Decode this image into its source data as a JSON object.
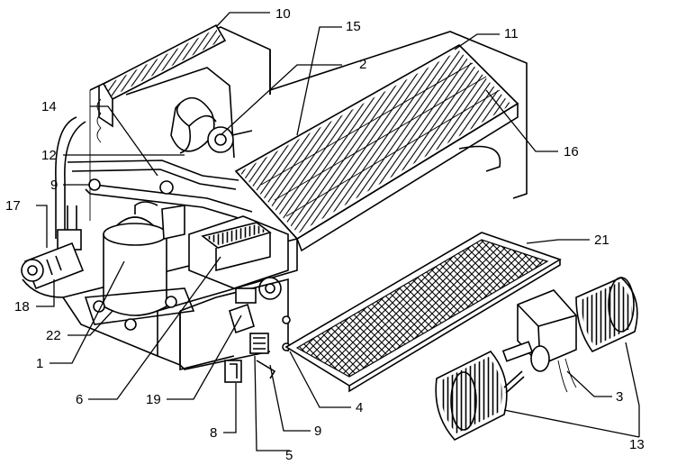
{
  "diagram": {
    "parts": {
      "p1": "1",
      "p2": "2",
      "p3": "3",
      "p4": "4",
      "p5": "5",
      "p6": "6",
      "p8": "8",
      "p9a": "9",
      "p9b": "9",
      "p10": "10",
      "p11": "11",
      "p12": "12",
      "p13": "13",
      "p14": "14",
      "p15": "15",
      "p16": "16",
      "p17": "17",
      "p18": "18",
      "p19": "19",
      "p21": "21",
      "p22": "22"
    }
  }
}
